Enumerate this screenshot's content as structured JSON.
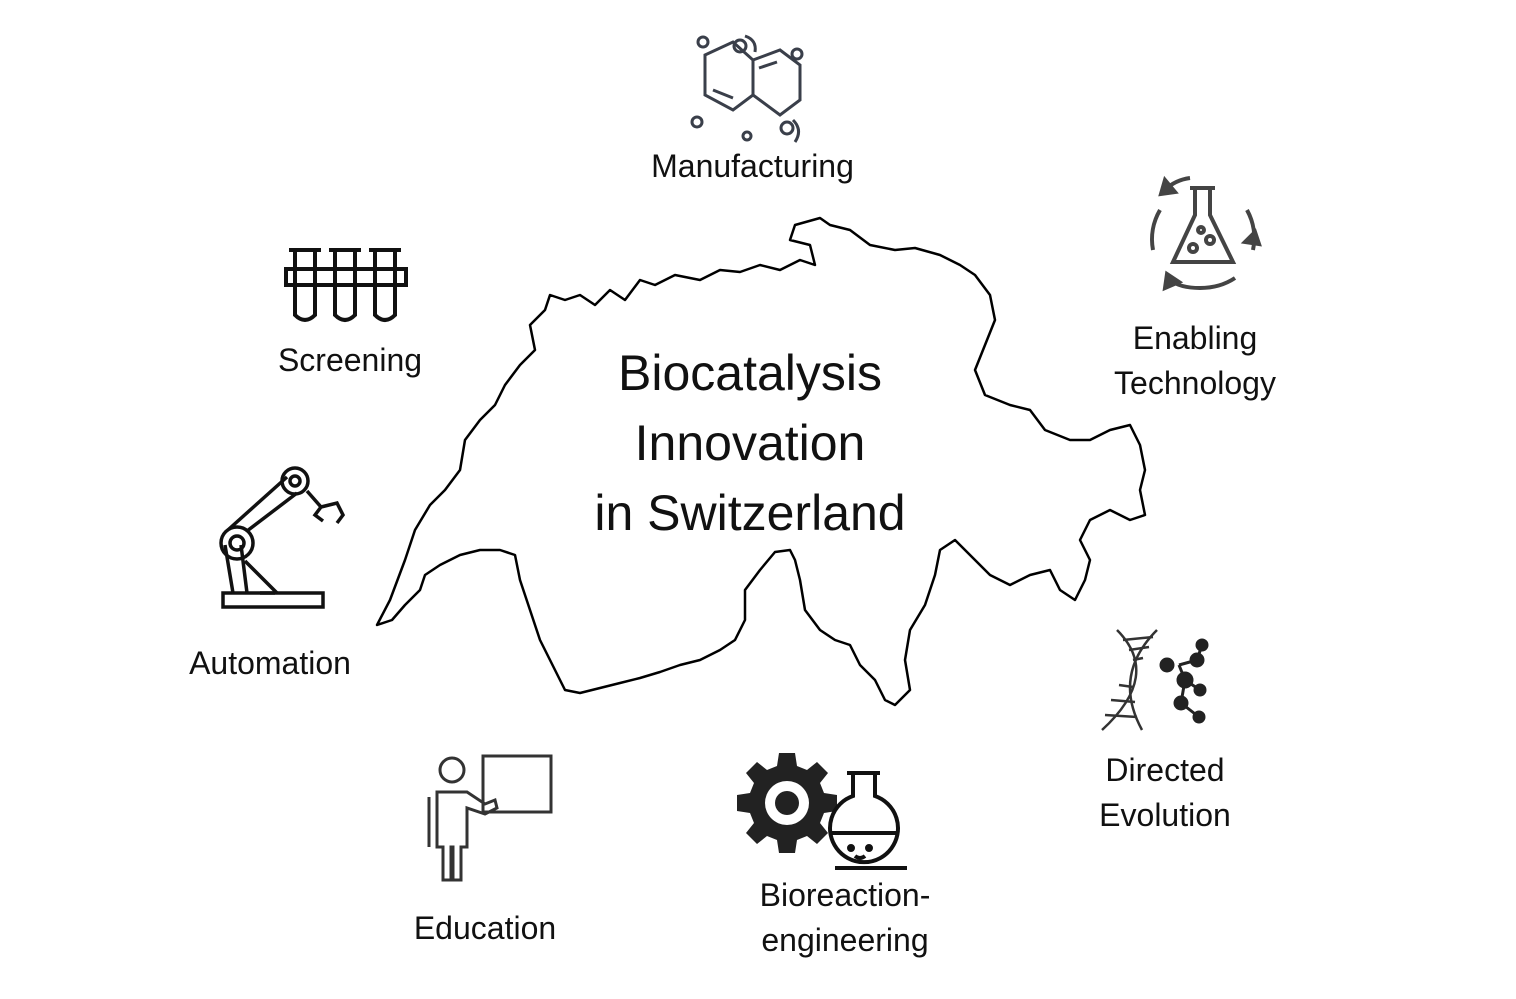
{
  "title": {
    "line1": "Biocatalysis",
    "line2": "Innovation",
    "line3": "in Switzerland"
  },
  "topics": {
    "manufacturing": "Manufacturing",
    "enabling_1": "Enabling",
    "enabling_2": "Technology",
    "screening": "Screening",
    "automation": "Automation",
    "directed_1": "Directed",
    "directed_2": "Evolution",
    "education": "Education",
    "bioreaction_1": "Bioreaction-",
    "bioreaction_2": "engineering"
  },
  "icons": {
    "manufacturing": "molecule-icon",
    "enabling": "flask-cycle-icon",
    "screening": "test-tubes-icon",
    "automation": "robot-arm-icon",
    "directed": "dna-molecule-icon",
    "education": "teacher-board-icon",
    "bioreaction": "gear-flask-icon"
  },
  "colors": {
    "outline": "#000000",
    "icon_dark": "#222222",
    "icon_gray": "#444444"
  }
}
